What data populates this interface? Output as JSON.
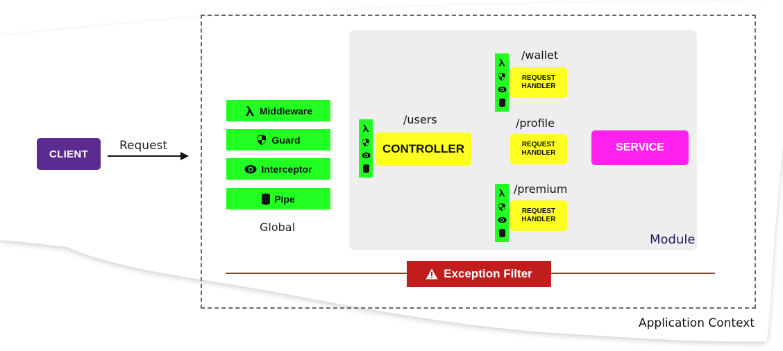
{
  "client": {
    "label": "CLIENT"
  },
  "request_label": "Request",
  "global": {
    "items": [
      {
        "label": "Middleware",
        "icon": "lambda-icon"
      },
      {
        "label": "Guard",
        "icon": "shield-icon"
      },
      {
        "label": "Interceptor",
        "icon": "eye-icon"
      },
      {
        "label": "Pipe",
        "icon": "cylinder-icon"
      }
    ],
    "label": "Global"
  },
  "module": {
    "label": "Module",
    "controller": {
      "label": "CONTROLLER",
      "route": "/users"
    },
    "handlers": [
      {
        "route": "/wallet",
        "line1": "REQUEST",
        "line2": "HANDLER"
      },
      {
        "route": "/profile",
        "line1": "REQUEST",
        "line2": "HANDLER"
      },
      {
        "route": "/premium",
        "line1": "REQUEST",
        "line2": "HANDLER"
      }
    ],
    "service": {
      "label": "SERVICE"
    }
  },
  "exception_filter": {
    "label": "Exception Filter",
    "icon": "warning-icon"
  },
  "application_context": {
    "label": "Application Context"
  },
  "colors": {
    "client": "#5b2b91",
    "global_green": "#22ff22",
    "controller_yellow": "#ffff22",
    "service_magenta": "#ff22ee",
    "exception_red": "#c11d1d",
    "module_bg": "#eeeeee"
  }
}
